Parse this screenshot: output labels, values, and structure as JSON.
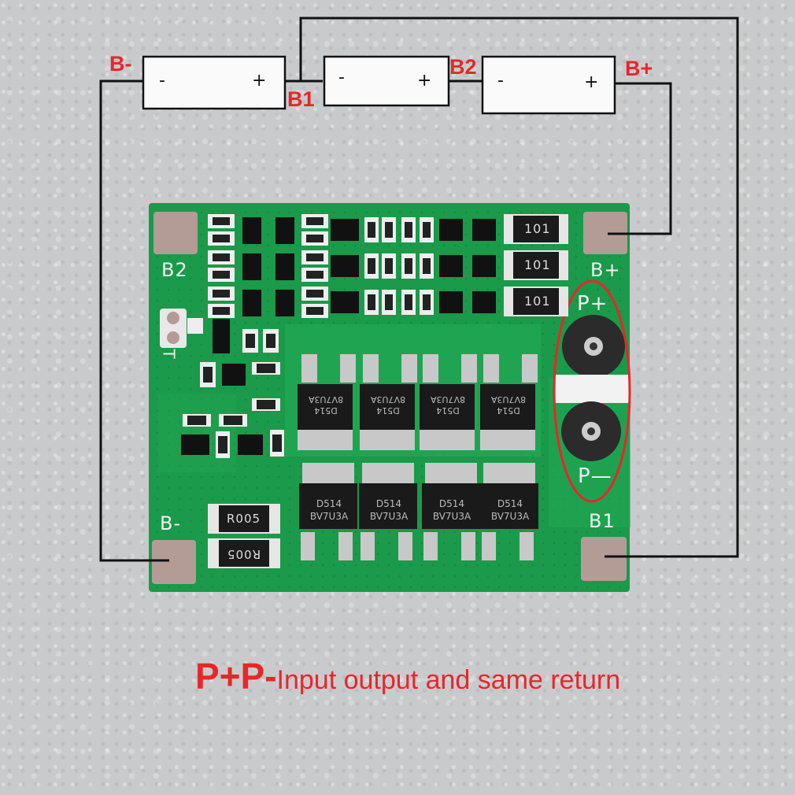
{
  "cells": [
    {
      "minus": "-",
      "plus": "+"
    },
    {
      "minus": "-",
      "plus": "+"
    },
    {
      "minus": "-",
      "plus": "+"
    }
  ],
  "wire_labels": {
    "b_minus": "B-",
    "b1": "B1",
    "b2": "B2",
    "b_plus": "B+"
  },
  "board": {
    "silkscreen": {
      "b2": "B2",
      "b_plus": "B+",
      "p_plus": "P+",
      "p_minus": "P—",
      "b_minus": "B-",
      "b1": "B1",
      "t": "T"
    },
    "resistor_marking": "101",
    "shunt_marking": "R005",
    "mosfet_top_marking": [
      "D514",
      "8V7U3A"
    ],
    "mosfet_bottom_marking": [
      "D514",
      "BV7U3A"
    ]
  },
  "caption": {
    "bold": "P+P-",
    "text": "Input output and same return"
  },
  "colors": {
    "pcb": "#1a9a4a",
    "label_red": "#e8262a",
    "pad": "#b39c95",
    "wire": "#111111"
  }
}
